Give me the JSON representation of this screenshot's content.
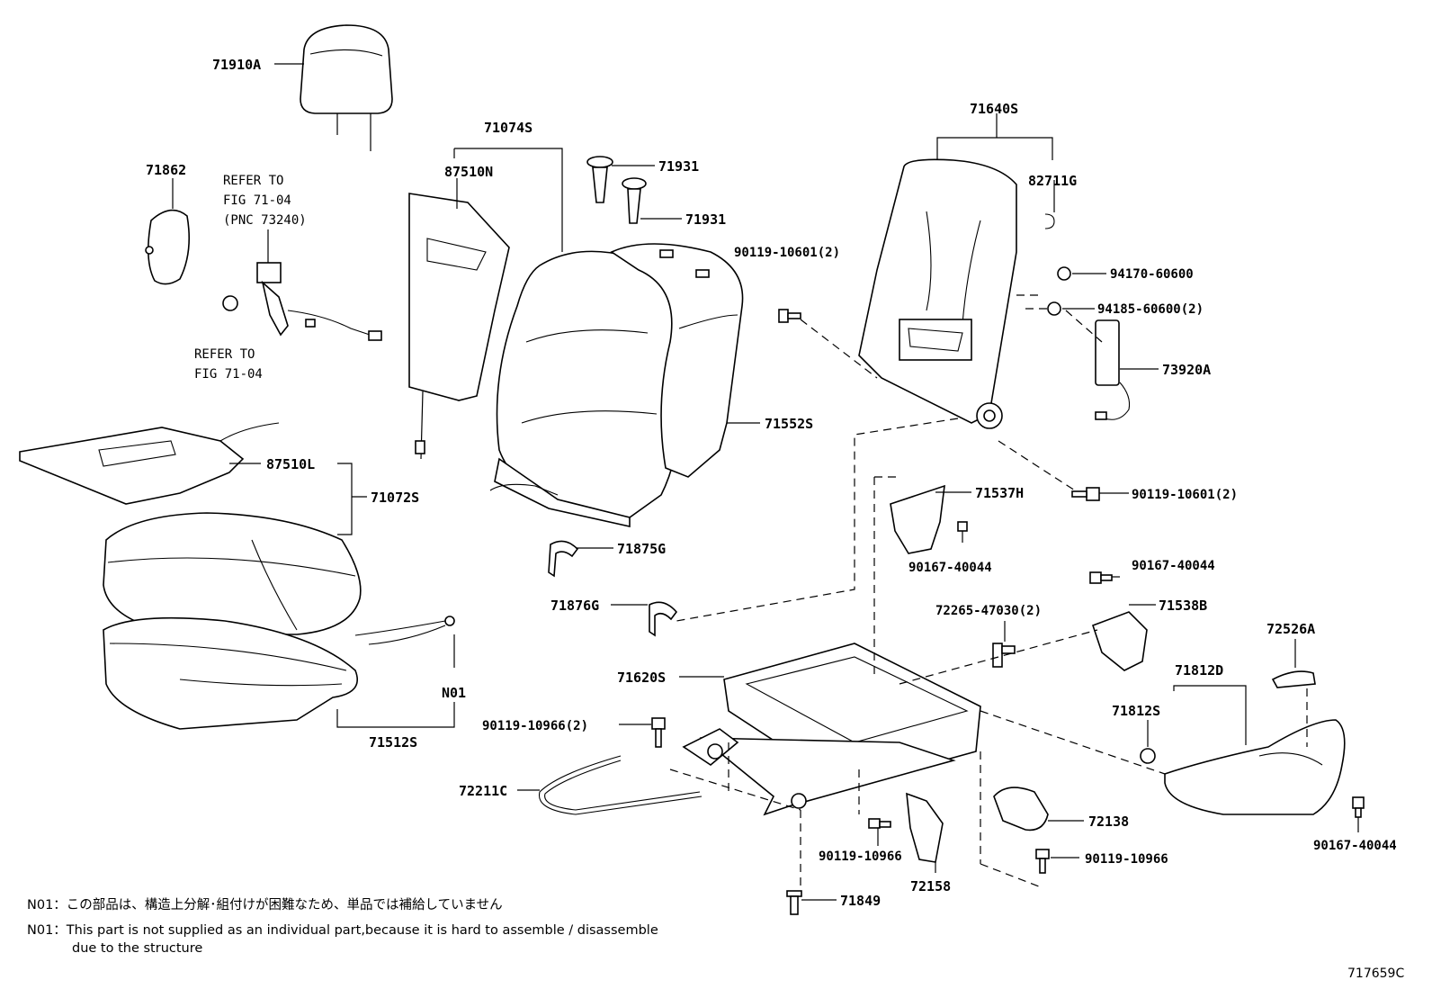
{
  "labels": {
    "headrest": "71910A",
    "l71862": "71862",
    "l71074s": "71074S",
    "l87510n": "87510N",
    "l71931a": "71931",
    "l71931b": "71931",
    "l71640s": "71640S",
    "l82711g": "82711G",
    "b90119_10601_top": "90119-10601(2)",
    "n94170": "94170-60600",
    "n94185": "94185-60600(2)",
    "l73920a": "73920A",
    "l71552s": "71552S",
    "l87510l": "87510L",
    "l71072s": "71072S",
    "l71537h": "71537H",
    "b90119_10601_right": "90119-10601(2)",
    "b90167_mid": "90167-40044",
    "b90167_right": "90167-40044",
    "l71875g": "71875G",
    "l71876g": "71876G",
    "l72265": "72265-47030(2)",
    "l71538b": "71538B",
    "l72526a": "72526A",
    "l71620s": "71620S",
    "l71812d": "71812D",
    "l71812s": "71812S",
    "l90119_10966_left": "90119-10966(2)",
    "n01": "N01",
    "l71512s": "71512S",
    "l72211c": "72211C",
    "l72138": "72138",
    "l90119_10966_mid": "90119-10966",
    "l90119_10966_right": "90119-10966",
    "l90167_far": "90167-40044",
    "l72158": "72158",
    "l71849": "71849"
  },
  "refer_top": [
    "REFER TO",
    "FIG 71-04",
    "(PNC 73240)"
  ],
  "refer_bottom": [
    "REFER TO",
    "FIG 71-04"
  ],
  "notes": {
    "jp": "N01：この部品は、構造上分解･組付けが困難なため、単品では補給していません",
    "en_line1": "N01：This part is not supplied as an individual part,because it is hard to assemble / disassemble",
    "en_line2": "due to the structure"
  },
  "figure_code": "717659C"
}
